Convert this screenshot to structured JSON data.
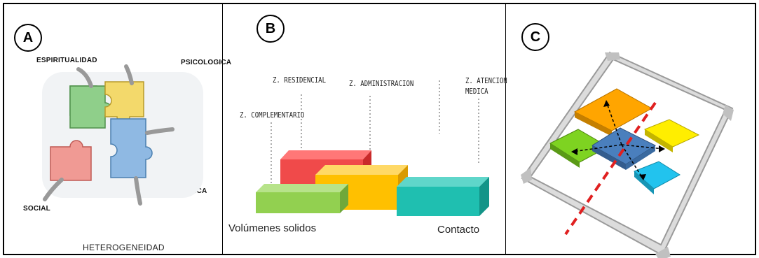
{
  "panel_a": {
    "badge": "A",
    "labels": {
      "espiritualidad": "ESPIRITUALIDAD",
      "psicologica": "PSICOLOGICA",
      "biologica": "BIOLOGICA",
      "social": "SOCIAL"
    },
    "caption": "HETEROGENEIDAD",
    "colors": {
      "green": "#8fcf8a",
      "yellow": "#f3d96b",
      "blue": "#8fb9e3",
      "red": "#f09a94"
    }
  },
  "panel_b": {
    "badge": "B",
    "zones": {
      "residencial": "Z. RESIDENCIAL",
      "administracion": "Z. ADMINISTRACION",
      "atencion_line1": "Z. ATENCION",
      "atencion_line2": "MEDICA",
      "complementario": "Z. COMPLEMENTARIO"
    },
    "caption_left": "Volúmenes solidos",
    "caption_right": "Contacto",
    "colors": {
      "red": "#f04a4a",
      "orange": "#ffc000",
      "green": "#92d050",
      "teal": "#1fbfb0"
    }
  },
  "panel_c": {
    "badge": "C",
    "colors": {
      "orange": "#ffa500",
      "yellow": "#ffee00",
      "green": "#7ed321",
      "cyan": "#22c3ee",
      "blue": "#4a7fbd",
      "axis": "#e02020"
    }
  }
}
